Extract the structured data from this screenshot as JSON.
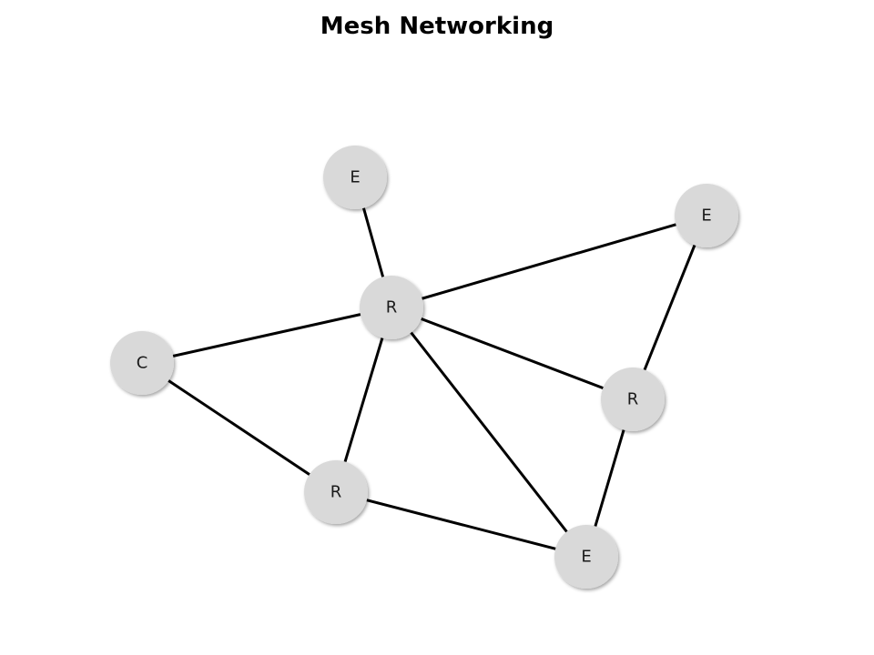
{
  "title": "Mesh Networking",
  "colors": {
    "node_fill": "#d9d9d9",
    "edge": "#000000",
    "label": "#1a1a1a"
  },
  "nodes": [
    {
      "id": "e-top",
      "label": "E"
    },
    {
      "id": "e-right",
      "label": "E"
    },
    {
      "id": "r-center",
      "label": "R"
    },
    {
      "id": "c-left",
      "label": "C"
    },
    {
      "id": "r-right",
      "label": "R"
    },
    {
      "id": "r-bottom",
      "label": "R"
    },
    {
      "id": "e-bottom",
      "label": "E"
    }
  ],
  "edges": [
    {
      "from": "e-top",
      "to": "r-center"
    },
    {
      "from": "r-center",
      "to": "e-right"
    },
    {
      "from": "e-right",
      "to": "r-right"
    },
    {
      "from": "r-center",
      "to": "c-left"
    },
    {
      "from": "r-center",
      "to": "r-right"
    },
    {
      "from": "r-center",
      "to": "r-bottom"
    },
    {
      "from": "r-center",
      "to": "e-bottom"
    },
    {
      "from": "c-left",
      "to": "r-bottom"
    },
    {
      "from": "r-bottom",
      "to": "e-bottom"
    },
    {
      "from": "r-right",
      "to": "e-bottom"
    }
  ]
}
